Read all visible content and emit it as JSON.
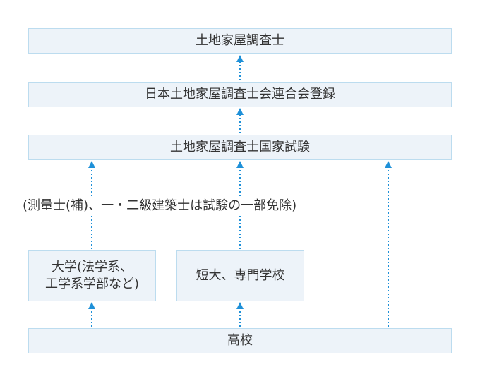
{
  "nodes": {
    "surveyor": "土地家屋調査士",
    "registration": "日本土地家屋調査士会連合会登録",
    "exam": "土地家屋調査士国家試験",
    "university": "大学(法学系、工学系学部など)",
    "university_line1": "大学(法学系、",
    "university_line2": "工学系学部など)",
    "college": "短大、専門学校",
    "high_school": "高校"
  },
  "exemption_note": "(測量士(補)、一・二級建築士は試験の一部免除)",
  "colors": {
    "box_fill": "#edf3f9",
    "box_border": "#bcdcef",
    "arrow": "#1e90d8"
  }
}
